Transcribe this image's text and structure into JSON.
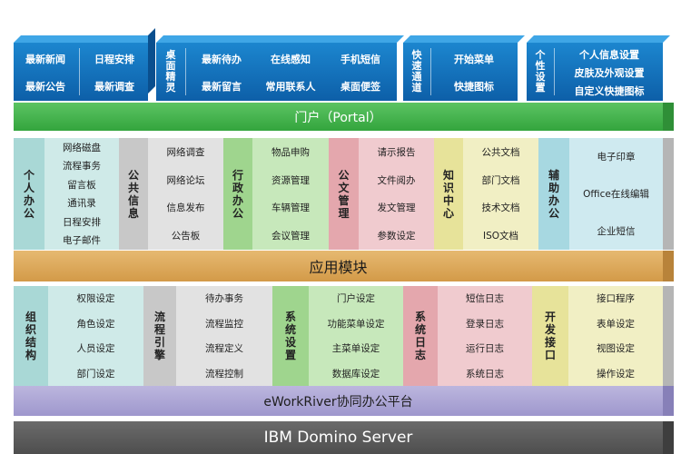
{
  "portal_blocks": {
    "b1": {
      "items": [
        "最新新闻",
        "日程安排",
        "最新公告",
        "最新调查"
      ]
    },
    "b2": {
      "label": [
        "桌",
        "面",
        "精",
        "灵"
      ],
      "items": [
        "最新待办",
        "在线感知",
        "手机短信",
        "最新留言",
        "常用联系人",
        "桌面便签"
      ]
    },
    "b3": {
      "label": [
        "快",
        "速",
        "通",
        "道"
      ],
      "items": [
        "开始菜单",
        "快捷图标"
      ]
    },
    "b4": {
      "label": [
        "个",
        "性",
        "设",
        "置"
      ],
      "items": [
        "个人信息设置",
        "皮肤及外观设置",
        "自定义快捷图标"
      ]
    }
  },
  "bands": {
    "portal": "门户（Portal）",
    "app": "应用模块",
    "platform": "eWorkRiver协同办公平台",
    "server": "IBM Domino Server"
  },
  "app_modules": [
    {
      "label": [
        "个",
        "人",
        "办",
        "公"
      ],
      "items": [
        "网络磁盘",
        "流程事务",
        "留言板",
        "通讯录",
        "日程安排",
        "电子邮件"
      ]
    },
    {
      "label": [
        "公",
        "共",
        "信",
        "息"
      ],
      "items": [
        "网络调查",
        "网络论坛",
        "信息发布",
        "公告板"
      ]
    },
    {
      "label": [
        "行",
        "政",
        "办",
        "公"
      ],
      "items": [
        "物品申购",
        "资源管理",
        "车辆管理",
        "会议管理"
      ]
    },
    {
      "label": [
        "公",
        "文",
        "管",
        "理"
      ],
      "items": [
        "请示报告",
        "文件阅办",
        "发文管理",
        "参数设定"
      ]
    },
    {
      "label": [
        "知",
        "识",
        "中",
        "心"
      ],
      "items": [
        "公共文档",
        "部门文档",
        "技术文档",
        "ISO文档"
      ]
    },
    {
      "label": [
        "辅",
        "助",
        "办",
        "公"
      ],
      "items": [
        "电子印章",
        "Office在线编辑",
        "企业短信"
      ]
    }
  ],
  "platform_modules": [
    {
      "label": [
        "组",
        "织",
        "结",
        "构"
      ],
      "items": [
        "权限设定",
        "角色设定",
        "人员设定",
        "部门设定"
      ]
    },
    {
      "label": [
        "流",
        "程",
        "引",
        "擎"
      ],
      "items": [
        "待办事务",
        "流程监控",
        "流程定义",
        "流程控制"
      ]
    },
    {
      "label": [
        "系",
        "统",
        "设",
        "置"
      ],
      "items": [
        "门户设定",
        "功能菜单设定",
        "主菜单设定",
        "数据库设定"
      ]
    },
    {
      "label": [
        "系",
        "统",
        "日",
        "志"
      ],
      "items": [
        "短信日志",
        "登录日志",
        "运行日志",
        "系统日志"
      ]
    },
    {
      "label": [
        "开",
        "发",
        "接",
        "口"
      ],
      "items": [
        "接口程序",
        "表单设定",
        "视图设定",
        "操作设定"
      ]
    }
  ]
}
